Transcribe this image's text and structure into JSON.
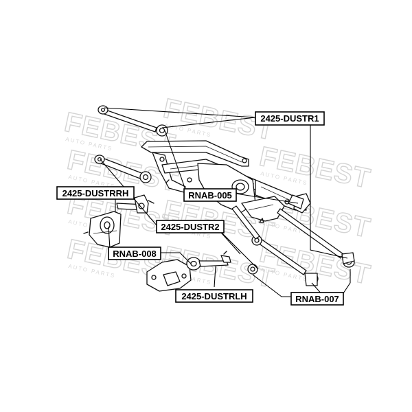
{
  "watermark": {
    "brand": "FEBEST",
    "tagline": "AUTO PARTS"
  },
  "labels": {
    "dustr1": "2425-DUSTR1",
    "rnab005": "RNAB-005",
    "dustrrh": "2425-DUSTRRH",
    "dustr2": "2425-DUSTR2",
    "rnab008": "RNAB-008",
    "dustrlh": "2425-DUSTRLH",
    "rnab007": "RNAB-007"
  }
}
